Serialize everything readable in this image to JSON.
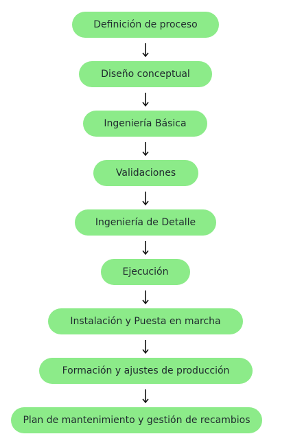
{
  "colors": {
    "node_fill": "#8ceb89",
    "arrow": "#111111",
    "text": "#1f2a2e",
    "background": "#ffffff"
  },
  "steps": [
    {
      "label": "Definición de proceso"
    },
    {
      "label": "Diseño conceptual"
    },
    {
      "label": "Ingeniería Básica"
    },
    {
      "label": "Validaciones"
    },
    {
      "label": "Ingeniería de Detalle"
    },
    {
      "label": "Ejecución"
    },
    {
      "label": "Instalación y Puesta en marcha"
    },
    {
      "label": "Formación y ajustes de producción"
    },
    {
      "label": "Plan de mantenimiento y gestión de recambios"
    }
  ]
}
